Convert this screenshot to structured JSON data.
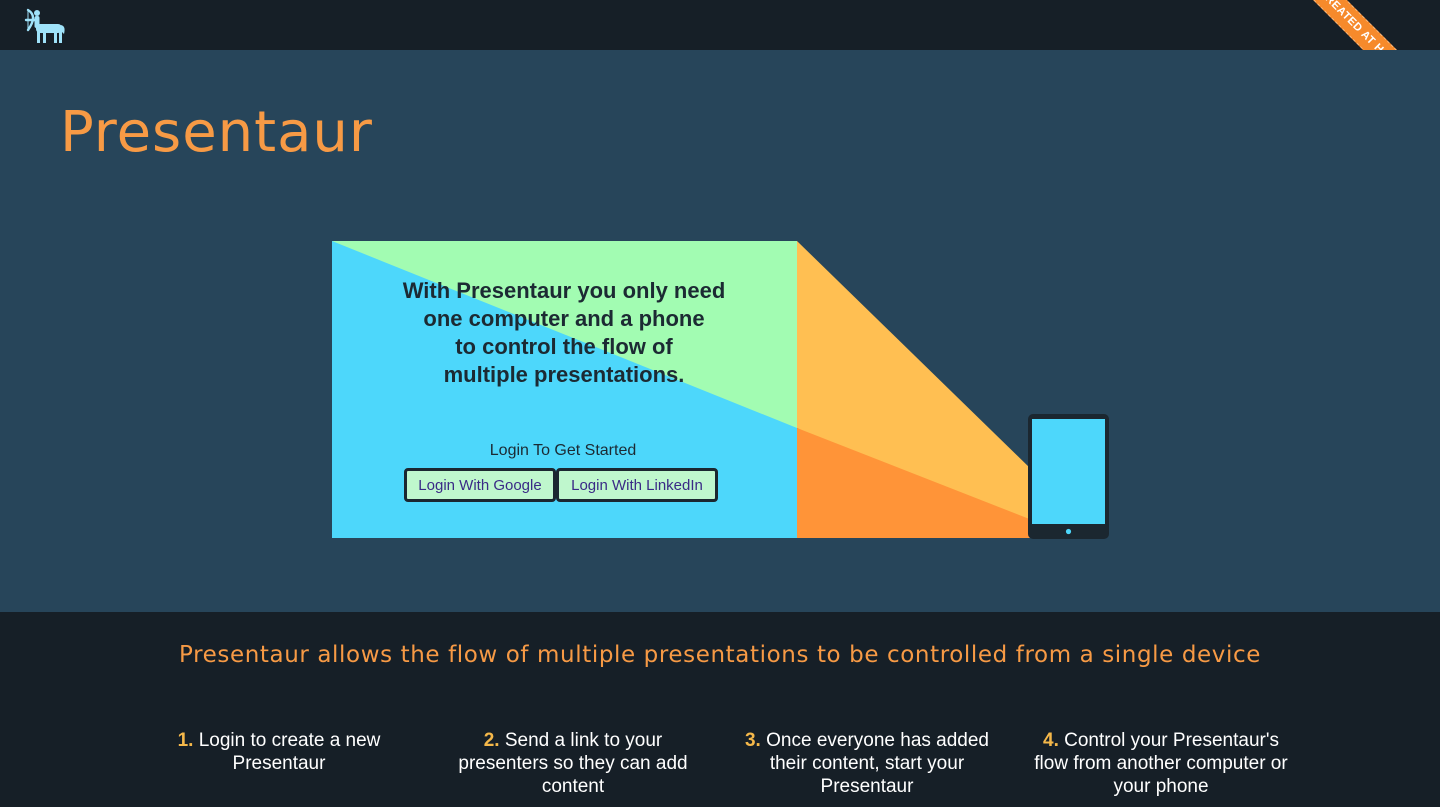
{
  "brand": {
    "logo_icon": "centaur-archer-icon"
  },
  "ribbon": {
    "text": "CREATED AT HACK REACTOR"
  },
  "hero": {
    "title": "Presentaur",
    "screen_text_lines": [
      "With Presentaur you only need",
      "one computer and a phone",
      "to control the flow of",
      "multiple presentations."
    ],
    "login_label": "Login To Get Started",
    "buttons": {
      "google": "Login With Google",
      "linkedin": "Login With LinkedIn"
    }
  },
  "footer": {
    "tagline": "Presentaur allows the flow of multiple presentations to be controlled from a single device",
    "steps": [
      {
        "num": "1.",
        "text": "Login to create a new Presentaur"
      },
      {
        "num": "2.",
        "text": "Send a link to your presenters so they can add content"
      },
      {
        "num": "3.",
        "text": "Once everyone has added their content, start your Presentaur"
      },
      {
        "num": "4.",
        "text": "Control your Presentaur's flow from another computer or your phone"
      }
    ]
  },
  "colors": {
    "background": "#27455a",
    "topbar": "#161f27",
    "accent_orange": "#f79a45",
    "step_number": "#f5b84a",
    "screen_cyan": "#4dd7fb",
    "screen_green": "#a2fcb2",
    "beam_yellow": "#ffbf52",
    "beam_orange": "#ff9438",
    "button_bg": "#bff7cd"
  }
}
